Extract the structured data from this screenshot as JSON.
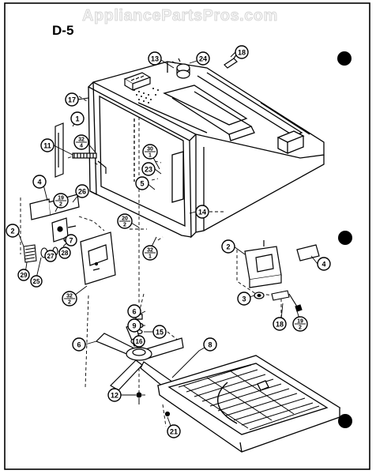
{
  "page_code": "D-5",
  "watermark": "AppliancePartsPros.com",
  "callouts": [
    {
      "id": "c13",
      "label": "13"
    },
    {
      "id": "c24",
      "label": "24"
    },
    {
      "id": "c18a",
      "label": "18"
    },
    {
      "id": "c17",
      "label": "17"
    },
    {
      "id": "c1",
      "label": "1"
    },
    {
      "id": "c11",
      "label": "11"
    },
    {
      "id": "c32a",
      "top": "32",
      "bottom": "4"
    },
    {
      "id": "c30",
      "top": "30",
      "bottom": "1"
    },
    {
      "id": "c23",
      "label": "23"
    },
    {
      "id": "c5",
      "label": "5"
    },
    {
      "id": "c4a",
      "label": "4"
    },
    {
      "id": "c19a",
      "top": "19",
      "bottom": "2"
    },
    {
      "id": "c26",
      "label": "26"
    },
    {
      "id": "c20a",
      "top": "20",
      "bottom": "2"
    },
    {
      "id": "c14",
      "label": "14"
    },
    {
      "id": "c2a",
      "label": "2"
    },
    {
      "id": "c7",
      "label": "7"
    },
    {
      "id": "c28",
      "label": "28"
    },
    {
      "id": "c27",
      "label": "27"
    },
    {
      "id": "c29",
      "label": "29"
    },
    {
      "id": "c25",
      "label": "25"
    },
    {
      "id": "c32b",
      "top": "32",
      "bottom": "1"
    },
    {
      "id": "c32c",
      "top": "32",
      "bottom": "2"
    },
    {
      "id": "c2b",
      "label": "2"
    },
    {
      "id": "c4b",
      "label": "4"
    },
    {
      "id": "c3",
      "label": "3"
    },
    {
      "id": "c18b",
      "label": "18"
    },
    {
      "id": "c19b",
      "top": "19",
      "bottom": "2"
    },
    {
      "id": "c6a",
      "label": "6"
    },
    {
      "id": "c9",
      "label": "9"
    },
    {
      "id": "c15",
      "label": "15"
    },
    {
      "id": "c6b",
      "label": "6"
    },
    {
      "id": "c16",
      "label": "16"
    },
    {
      "id": "c8",
      "label": "8"
    },
    {
      "id": "c12",
      "label": "12"
    },
    {
      "id": "c21",
      "label": "21"
    }
  ]
}
